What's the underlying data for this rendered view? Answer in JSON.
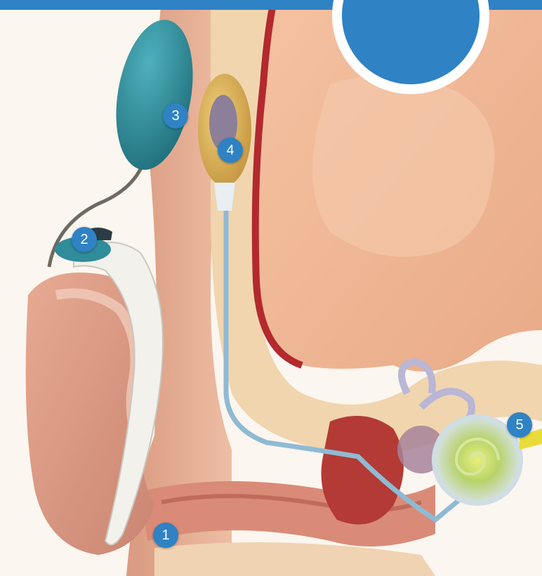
{
  "diagram": {
    "markers": [
      {
        "id": "1",
        "label": "1"
      },
      {
        "id": "2",
        "label": "2"
      },
      {
        "id": "3",
        "label": "3"
      },
      {
        "id": "4",
        "label": "4"
      },
      {
        "id": "5",
        "label": "5"
      }
    ]
  },
  "colors": {
    "marker": "#2f82c4",
    "banner": "#2f82c4",
    "skin": "#e8b69a",
    "brain": "#f0b998",
    "bone": "#f1d5ae",
    "processor": "#2f8c9a",
    "implant": "#d9ad52",
    "electrode": "#8fbad3"
  }
}
